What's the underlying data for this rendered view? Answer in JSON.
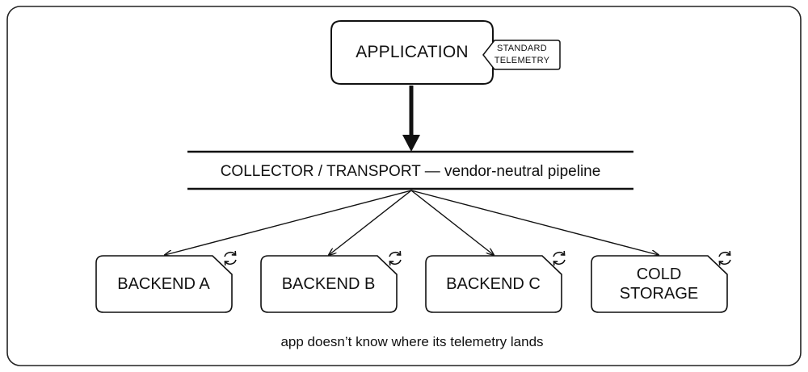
{
  "application": {
    "label": "APPLICATION",
    "tag_line1": "STANDARD",
    "tag_line2": "TELEMETRY"
  },
  "pipeline": {
    "label": "COLLECTOR / TRANSPORT — vendor-neutral pipeline"
  },
  "backends": [
    {
      "line1": "BACKEND A",
      "icon": "sync-icon"
    },
    {
      "line1": "BACKEND B",
      "icon": "sync-icon"
    },
    {
      "line1": "BACKEND C",
      "icon": "sync-icon"
    },
    {
      "line1": "COLD",
      "line2": "STORAGE",
      "icon": "sync-icon"
    }
  ],
  "caption": "app doesn’t know where its telemetry lands",
  "colors": {
    "stroke": "#111111",
    "background": "#ffffff"
  }
}
